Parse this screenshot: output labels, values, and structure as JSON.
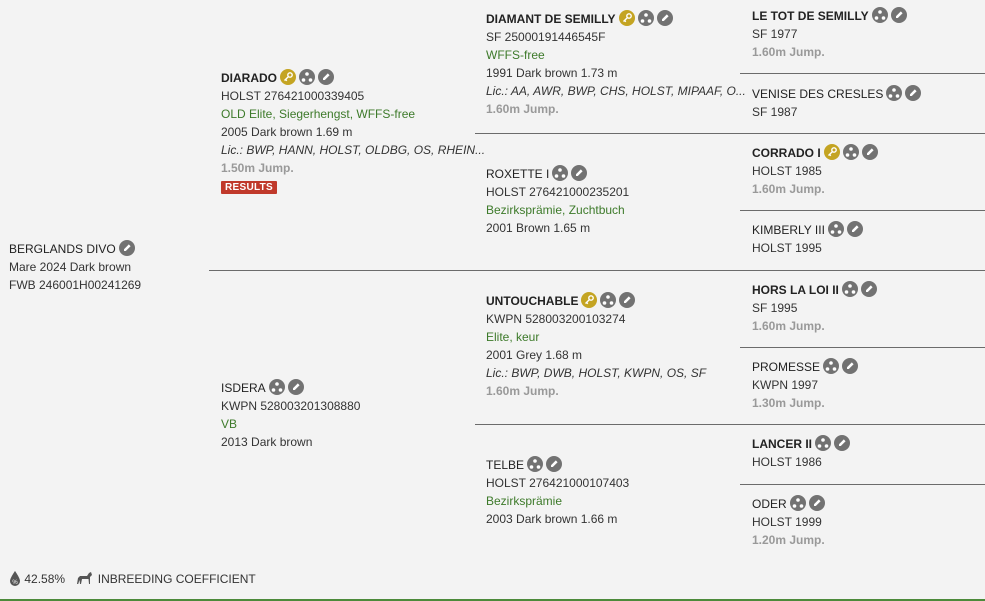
{
  "subject": {
    "name": "BERGLANDS DIVO",
    "line1": "Mare 2024 Dark brown",
    "line2": "FWB 246001H00241269"
  },
  "sire": {
    "name": "DIARADO",
    "reg": "HOLST 276421000339405",
    "titles": "OLD Elite, Siegerhengst, WFFS-free",
    "birth": "2005 Dark brown 1.69 m",
    "lic": "Lic.: BWP, HANN, HOLST, OLDBG, OS, RHEIN...",
    "sport": "1.50m Jump.",
    "results": "RESULTS"
  },
  "dam": {
    "name": "ISDERA",
    "reg": "KWPN 528003201308880",
    "titles": "VB",
    "birth": "2013 Dark brown"
  },
  "ss": {
    "name": "DIAMANT DE SEMILLY",
    "reg": "SF 25000191446545F",
    "titles": "WFFS-free",
    "birth": "1991 Dark brown 1.73 m",
    "lic": "Lic.: AA, AWR, BWP, CHS, HOLST, MIPAAF, O...",
    "sport": "1.60m Jump."
  },
  "sd": {
    "name": "ROXETTE I",
    "reg": "HOLST 276421000235201",
    "titles": "Bezirksprämie, Zuchtbuch",
    "birth": "2001 Brown 1.65 m"
  },
  "ds": {
    "name": "UNTOUCHABLE",
    "reg": "KWPN 528003200103274",
    "titles": "Elite, keur",
    "birth": "2001 Grey 1.68 m",
    "lic": "Lic.: BWP, DWB, HOLST, KWPN, OS, SF",
    "sport": "1.60m Jump."
  },
  "dd": {
    "name": "TELBE",
    "reg": "HOLST 276421000107403",
    "titles": "Bezirksprämie",
    "birth": "2003 Dark brown 1.66 m"
  },
  "g3": [
    {
      "name": "LE TOT DE SEMILLY",
      "reg": "SF 1977",
      "sport": "1.60m Jump."
    },
    {
      "name": "VENISE DES CRESLES",
      "reg": "SF 1987",
      "sport": ""
    },
    {
      "name": "CORRADO I",
      "reg": "HOLST 1985",
      "sport": "1.60m Jump."
    },
    {
      "name": "KIMBERLY III",
      "reg": "HOLST 1995",
      "sport": ""
    },
    {
      "name": "HORS LA LOI II",
      "reg": "SF 1995",
      "sport": "1.60m Jump."
    },
    {
      "name": "PROMESSE",
      "reg": "KWPN 1997",
      "sport": "1.30m Jump."
    },
    {
      "name": "LANCER II",
      "reg": "HOLST 1986",
      "sport": ""
    },
    {
      "name": "ODER",
      "reg": "HOLST 1999",
      "sport": "1.20m Jump."
    }
  ],
  "footer": {
    "coefficient": "42.58%",
    "label": "INBREEDING COEFFICIENT"
  },
  "icons": {
    "key": "key-icon",
    "tree": "pedigree-tree-icon",
    "edit": "pencil-edit-icon"
  },
  "colors": {
    "key_icon": "#c4a422",
    "gray_icon": "#727272",
    "green_text": "#3d7a2a",
    "results_badge": "#c0392b",
    "accent_line": "#4c8a3a"
  }
}
